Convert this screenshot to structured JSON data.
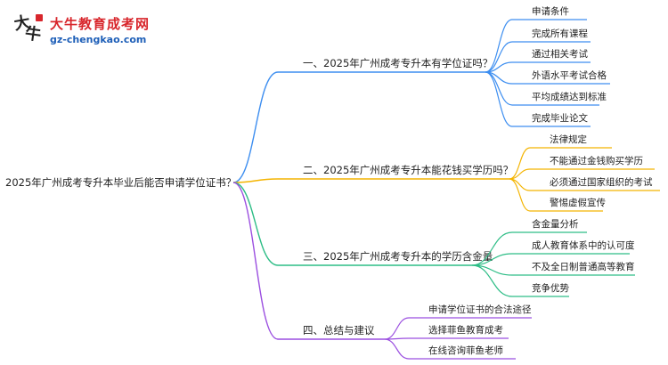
{
  "logo": {
    "name": "大牛教育成考网",
    "url": "gz-chengkao.com",
    "mark": "大牛"
  },
  "colors": {
    "branch_1": "#3d8ef0",
    "branch_2": "#f4b400",
    "branch_3": "#2dbd86",
    "branch_4": "#9b4fe0",
    "text": "#222222",
    "logo_red": "#d8262c",
    "logo_blue": "#1e5fb8"
  },
  "root": {
    "label": "2025年广州成考专升本毕业后能否申请学位证书？"
  },
  "branches": [
    {
      "label": "一、2025年广州成考专升本有学位证吗？",
      "color": "#3d8ef0",
      "children": [
        "申请条件",
        "完成所有课程",
        "通过相关考试",
        "外语水平考试合格",
        "平均成绩达到标准",
        "完成毕业论文"
      ]
    },
    {
      "label": "二、2025年广州成考专升本能花钱买学历吗？",
      "color": "#f4b400",
      "children": [
        "法律规定",
        "不能通过金钱购买学历",
        "必须通过国家组织的考试",
        "警惕虚假宣传"
      ]
    },
    {
      "label": "三、2025年广州成考专升本的学历含金量",
      "color": "#2dbd86",
      "children": [
        "含金量分析",
        "成人教育体系中的认可度",
        "不及全日制普通高等教育",
        "竞争优势"
      ]
    },
    {
      "label": "四、总结与建议",
      "color": "#9b4fe0",
      "children": [
        "申请学位证书的合法途径",
        "选择菲鱼教育成考",
        "在线咨询菲鱼老师"
      ]
    }
  ]
}
